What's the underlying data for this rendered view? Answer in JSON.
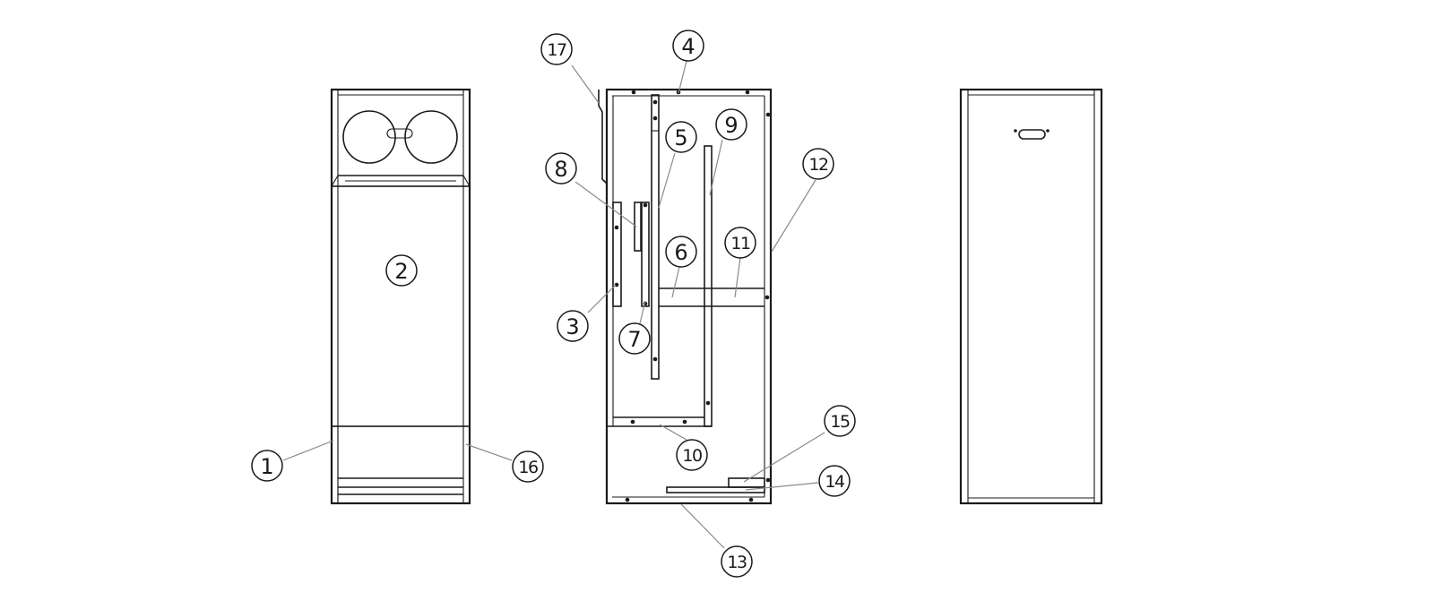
{
  "colors": {
    "line": "#1a1a1a",
    "leader": "#8a8a8a",
    "background": "#ffffff"
  },
  "callouts": [
    {
      "id": "c1",
      "label": "1"
    },
    {
      "id": "c2",
      "label": "2"
    },
    {
      "id": "c3",
      "label": "3"
    },
    {
      "id": "c4",
      "label": "4"
    },
    {
      "id": "c5",
      "label": "5"
    },
    {
      "id": "c6",
      "label": "6"
    },
    {
      "id": "c7",
      "label": "7"
    },
    {
      "id": "c8",
      "label": "8"
    },
    {
      "id": "c9",
      "label": "9"
    },
    {
      "id": "c10",
      "label": "10"
    },
    {
      "id": "c11",
      "label": "11"
    },
    {
      "id": "c12",
      "label": "12"
    },
    {
      "id": "c13",
      "label": "13"
    },
    {
      "id": "c14",
      "label": "14"
    },
    {
      "id": "c15",
      "label": "15"
    },
    {
      "id": "c16",
      "label": "16"
    },
    {
      "id": "c17",
      "label": "17"
    }
  ]
}
